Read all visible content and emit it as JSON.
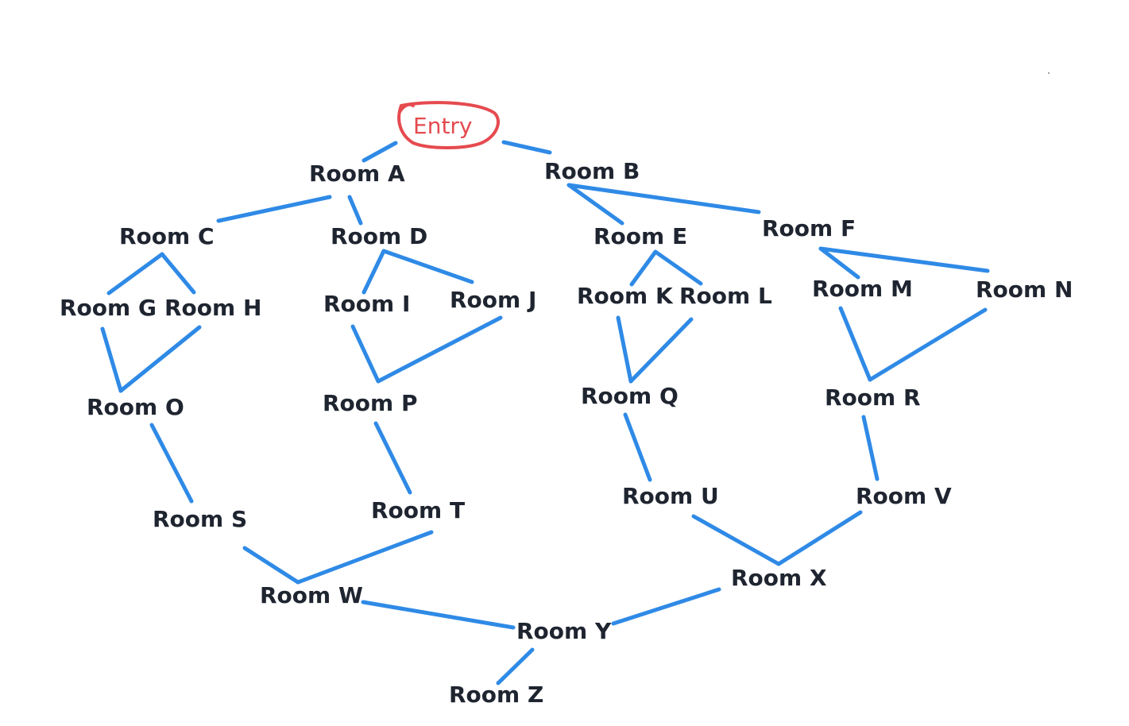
{
  "diagram": {
    "entry": {
      "id": "entry",
      "label": "Entry"
    },
    "rooms": [
      {
        "id": "A",
        "label": "Room A"
      },
      {
        "id": "B",
        "label": "Room B"
      },
      {
        "id": "C",
        "label": "Room C"
      },
      {
        "id": "D",
        "label": "Room D"
      },
      {
        "id": "E",
        "label": "Room E"
      },
      {
        "id": "F",
        "label": "Room F"
      },
      {
        "id": "G",
        "label": "Room G"
      },
      {
        "id": "H",
        "label": "Room H"
      },
      {
        "id": "I",
        "label": "Room I"
      },
      {
        "id": "J",
        "label": "Room J"
      },
      {
        "id": "K",
        "label": "Room K"
      },
      {
        "id": "L",
        "label": "Room L"
      },
      {
        "id": "M",
        "label": "Room M"
      },
      {
        "id": "N",
        "label": "Room N"
      },
      {
        "id": "O",
        "label": "Room O"
      },
      {
        "id": "P",
        "label": "Room P"
      },
      {
        "id": "Q",
        "label": "Room Q"
      },
      {
        "id": "R",
        "label": "Room R"
      },
      {
        "id": "S",
        "label": "Room S"
      },
      {
        "id": "T",
        "label": "Room T"
      },
      {
        "id": "U",
        "label": "Room U"
      },
      {
        "id": "V",
        "label": "Room V"
      },
      {
        "id": "W",
        "label": "Room W"
      },
      {
        "id": "X",
        "label": "Room X"
      },
      {
        "id": "Y",
        "label": "Room Y"
      },
      {
        "id": "Z",
        "label": "Room Z"
      }
    ],
    "connections": [
      [
        "entry",
        "A"
      ],
      [
        "entry",
        "B"
      ],
      [
        "A",
        "C"
      ],
      [
        "A",
        "D"
      ],
      [
        "B",
        "E"
      ],
      [
        "B",
        "F"
      ],
      [
        "C",
        "G"
      ],
      [
        "C",
        "H"
      ],
      [
        "D",
        "I"
      ],
      [
        "D",
        "J"
      ],
      [
        "E",
        "K"
      ],
      [
        "E",
        "L"
      ],
      [
        "F",
        "M"
      ],
      [
        "F",
        "N"
      ],
      [
        "G",
        "O"
      ],
      [
        "H",
        "O"
      ],
      [
        "I",
        "P"
      ],
      [
        "J",
        "P"
      ],
      [
        "K",
        "Q"
      ],
      [
        "L",
        "Q"
      ],
      [
        "M",
        "R"
      ],
      [
        "N",
        "R"
      ],
      [
        "O",
        "S"
      ],
      [
        "P",
        "T"
      ],
      [
        "Q",
        "U"
      ],
      [
        "R",
        "V"
      ],
      [
        "S",
        "W"
      ],
      [
        "T",
        "W"
      ],
      [
        "U",
        "X"
      ],
      [
        "V",
        "X"
      ],
      [
        "W",
        "Y"
      ],
      [
        "X",
        "Y"
      ],
      [
        "Y",
        "Z"
      ]
    ],
    "colors": {
      "edge": "#2f8ae6",
      "entry": "#e54a4f",
      "text": "#1f2530"
    }
  }
}
